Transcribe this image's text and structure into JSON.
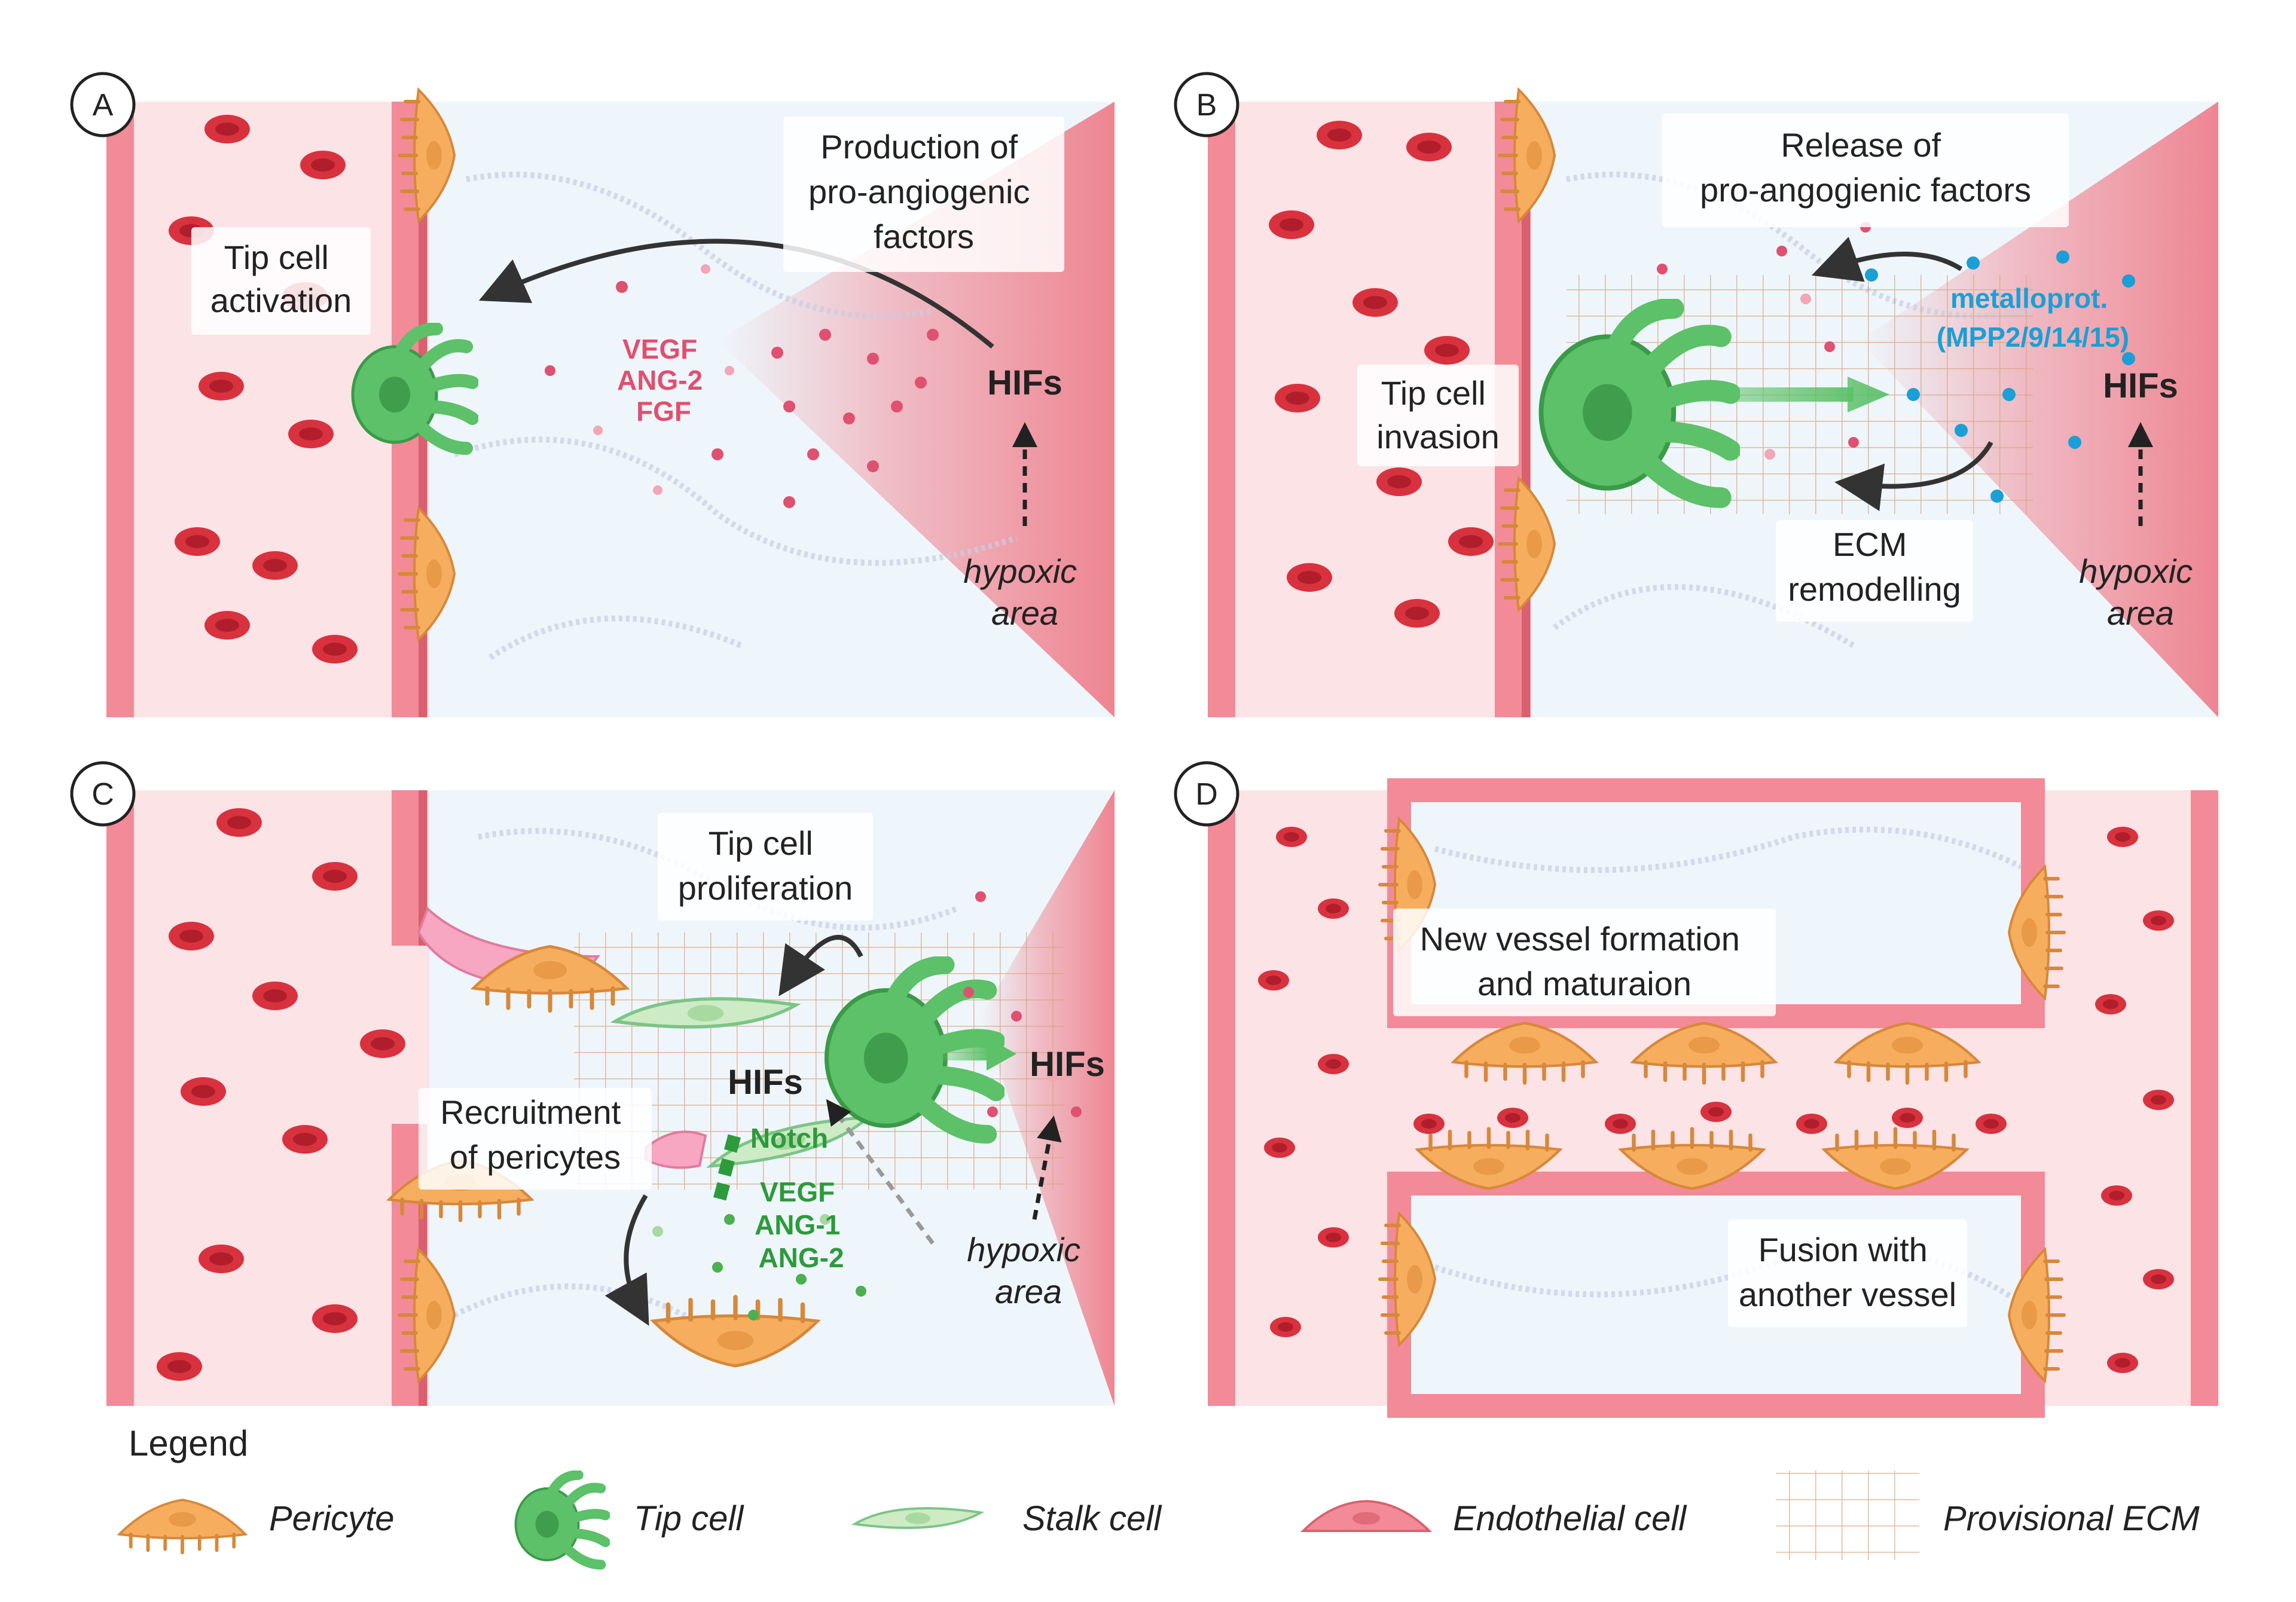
{
  "panels": {
    "a": {
      "letter": "A",
      "tip_activation": [
        "Tip cell",
        "activation"
      ],
      "production": [
        "Production of",
        "pro-angiogenic",
        "factors"
      ],
      "factors": [
        "VEGF",
        "ANG-2",
        "FGF"
      ],
      "hifs": "HIFs",
      "hypoxic": [
        "hypoxic",
        "area"
      ]
    },
    "b": {
      "letter": "B",
      "release": [
        "Release of",
        "pro-angogienic factors"
      ],
      "metallo": [
        "metalloprot.",
        "(MPP2/9/14/15)"
      ],
      "tip_invasion": [
        "Tip cell",
        "invasion"
      ],
      "hifs": "HIFs",
      "ecm": [
        "ECM",
        "remodelling"
      ],
      "hypoxic": [
        "hypoxic",
        "area"
      ]
    },
    "c": {
      "letter": "C",
      "tip_prolif": [
        "Tip cell",
        "proliferation"
      ],
      "hifs_left": "HIFs",
      "hifs_right": "HIFs",
      "recruit": [
        "Recruitment",
        "of pericytes"
      ],
      "notch": "Notch",
      "factors": [
        "VEGF",
        "ANG-1",
        "ANG-2"
      ],
      "hypoxic": [
        "hypoxic",
        "area"
      ]
    },
    "d": {
      "letter": "D",
      "new_vessel": [
        "New vessel formation",
        "and maturaion"
      ],
      "fusion": [
        "Fusion with",
        "another  vessel"
      ]
    }
  },
  "legend": {
    "title": "Legend",
    "items": [
      "Pericyte",
      "Tip cell",
      "Stalk cell",
      "Endothelial cell",
      "Provisional ECM"
    ]
  },
  "colors": {
    "vessel_bg": "#fbe3e6",
    "ecm_bg": "#eef6fb",
    "hypoxic": "#f08a96",
    "rbc": "#d8323f",
    "endothelial": "#f28b97",
    "pericyte": "#f6ae5e",
    "tip_cell": "#5cc168",
    "stalk_cell": "#cdebc5",
    "vegf_label": "#e05070",
    "metallo_label": "#1a9fd6",
    "notch_label": "#2d9a3c"
  }
}
